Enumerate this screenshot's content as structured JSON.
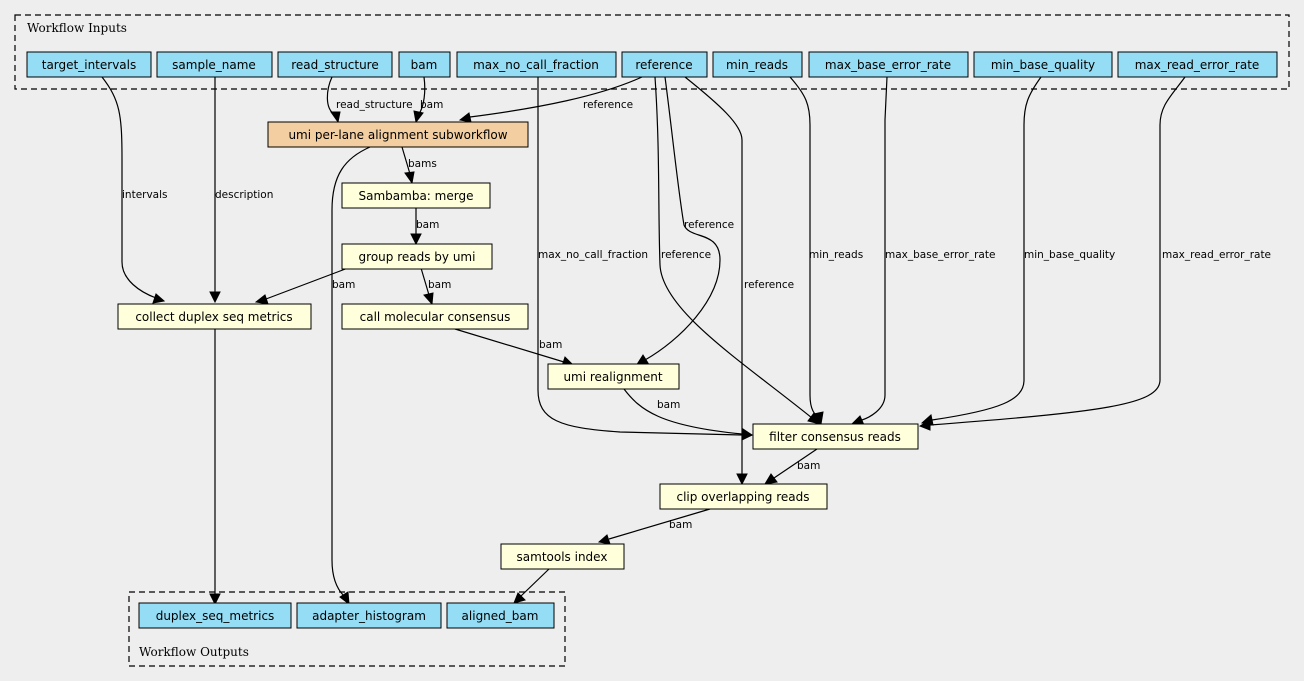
{
  "clusters": {
    "inputs": "Workflow Inputs",
    "outputs": "Workflow Outputs"
  },
  "colors": {
    "input_fill": "#94DDF4",
    "step_fill": "#FFFFDB",
    "subworkflow_fill": "#F3CEA1",
    "background": "#EEEEEE"
  },
  "nodes": {
    "target_intervals": "target_intervals",
    "sample_name": "sample_name",
    "read_structure": "read_structure",
    "bam": "bam",
    "max_no_call_fraction": "max_no_call_fraction",
    "reference": "reference",
    "min_reads": "min_reads",
    "max_base_error_rate": "max_base_error_rate",
    "min_base_quality": "min_base_quality",
    "max_read_error_rate": "max_read_error_rate",
    "umi_subworkflow": "umi per-lane alignment subworkflow",
    "sambamba_merge": "Sambamba: merge",
    "group_reads": "group reads by umi",
    "collect_metrics": "collect duplex seq metrics",
    "call_consensus": "call molecular consensus",
    "umi_realignment": "umi realignment",
    "filter_consensus": "filter consensus reads",
    "clip_overlapping": "clip overlapping reads",
    "samtools_index": "samtools index",
    "duplex_seq_metrics": "duplex_seq_metrics",
    "adapter_histogram": "adapter_histogram",
    "aligned_bam": "aligned_bam"
  },
  "edge_labels": {
    "read_structure": "read_structure",
    "bam_in": "bam",
    "reference_sub": "reference",
    "bams": "bams",
    "intervals": "intervals",
    "description": "description",
    "merge_bam": "bam",
    "max_no_call_fraction": "max_no_call_fraction",
    "reference_realign": "reference",
    "reference_filter": "reference",
    "reference_clip": "reference",
    "min_reads": "min_reads",
    "max_base_error_rate": "max_base_error_rate",
    "min_base_quality": "min_base_quality",
    "max_read_error_rate": "max_read_error_rate",
    "group_bam_metrics": "bam",
    "group_bam_consensus": "bam",
    "consensus_bam": "bam",
    "realign_bam": "bam",
    "filter_bam": "bam",
    "clip_bam": "bam"
  }
}
